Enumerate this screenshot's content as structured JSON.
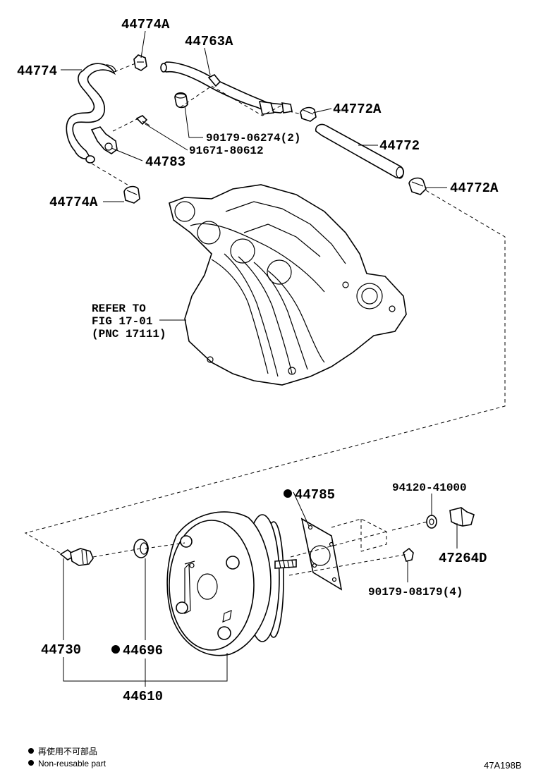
{
  "parts": {
    "p44774A_top": "44774A",
    "p44763A": "44763A",
    "p44774": "44774",
    "p44772A_top": "44772A",
    "p90179_06274": "90179-06274(2)",
    "p44772": "44772",
    "p91671_80612": "91671-80612",
    "p44783": "44783",
    "p44772A_right": "44772A",
    "p44774A_left": "44774A",
    "refer_line1": "REFER TO",
    "refer_line2": "FIG 17-01",
    "refer_line3": "(PNC 17111)",
    "p44785": "44785",
    "p94120_41000": "94120-41000",
    "p47264D": "47264D",
    "p90179_08179": "90179-08179(4)",
    "p44730": "44730",
    "p44696": "44696",
    "p44610": "44610"
  },
  "legend": {
    "jp": "再使用不可部品",
    "en": "Non-reusable part"
  },
  "figure_code": "47A198B",
  "colors": {
    "line": "#000000",
    "background": "#ffffff"
  }
}
